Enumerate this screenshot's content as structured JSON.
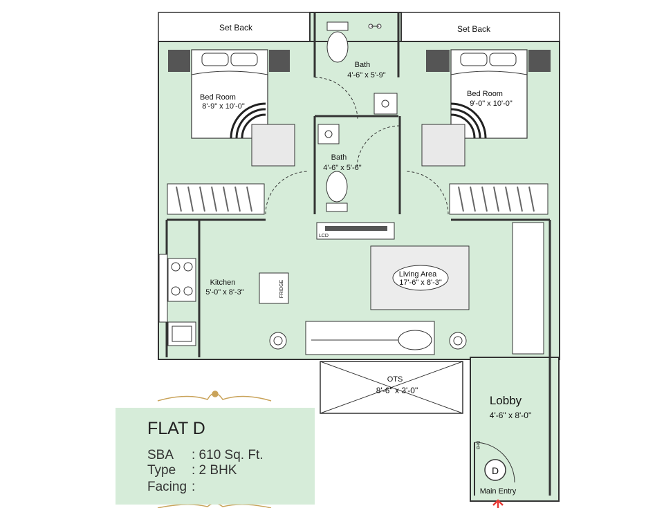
{
  "plan": {
    "colors": {
      "floor": "#d6ecd9",
      "wall": "#333333",
      "setback_fill": "#ffffff",
      "ornament": "#c9a35a",
      "entry_arrow": "#e53935"
    },
    "rooms": {
      "setback_left": {
        "label": "Set Back"
      },
      "setback_right": {
        "label": "Set Back"
      },
      "bath_top": {
        "label": "Bath",
        "size": "4'-6\" x 5'-9\""
      },
      "bath_center": {
        "label": "Bath",
        "size": "4'-6\" x 5'-6\""
      },
      "bedroom_left": {
        "label": "Bed Room",
        "size": "8'-9\" x 10'-0\""
      },
      "bedroom_right": {
        "label": "Bed Room",
        "size": "9'-0\" x 10'-0\""
      },
      "kitchen": {
        "label": "Kitchen",
        "size": "5'-0\" x 8'-3\""
      },
      "living": {
        "label": "Living Area",
        "size": "17'-6\" x 8'-3\""
      },
      "ots": {
        "label": "OTS",
        "size": "8'-6\" x 3'-0\""
      },
      "lobby": {
        "label": "Lobby",
        "size": "4'-6\" x 8'-0\""
      }
    },
    "fixtures": {
      "lcd": "LCD",
      "fridge": "FRIDGE",
      "entry_marker": "D",
      "main_entry": "Main Entry",
      "door_code": "DH3"
    }
  },
  "flat": {
    "title": "FLAT D",
    "rows": [
      {
        "key": "SBA",
        "value": ": 610 Sq. Ft."
      },
      {
        "key": "Type",
        "value": ": 2 BHK"
      },
      {
        "key": "Facing",
        "value": ":"
      }
    ]
  }
}
